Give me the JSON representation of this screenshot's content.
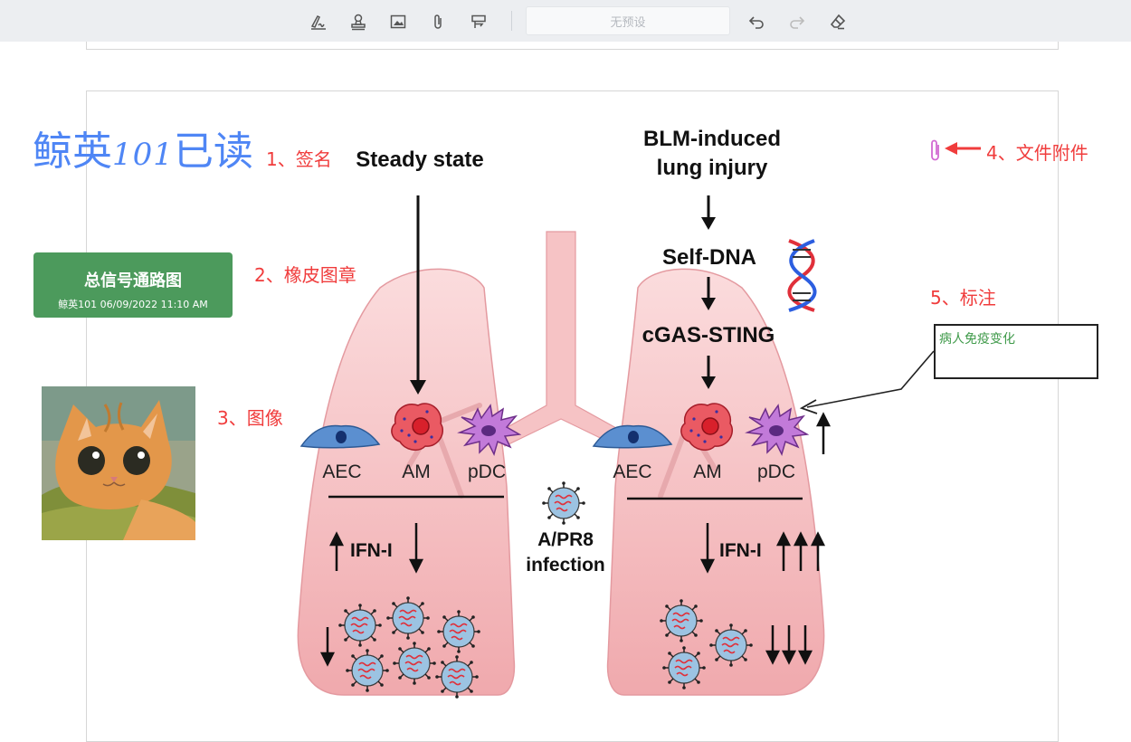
{
  "toolbar": {
    "tools": [
      {
        "name": "signature-tool",
        "icon": "signature-pen-icon"
      },
      {
        "name": "stamp-tool",
        "icon": "stamp-icon"
      },
      {
        "name": "image-tool",
        "icon": "image-icon"
      },
      {
        "name": "attachment-tool",
        "icon": "paperclip-icon"
      },
      {
        "name": "comment-tool",
        "icon": "comment-flag-icon"
      }
    ],
    "preset_placeholder": "无预设",
    "undo_icon": "undo-icon",
    "redo_icon": "redo-icon",
    "eraser_icon": "eraser-icon"
  },
  "annotations": {
    "signature_label": "1、签名",
    "stamp_label": "2、橡皮图章",
    "image_label": "3、图像",
    "attachment_label": "4、文件附件",
    "note_label": "5、标注"
  },
  "signature": {
    "prefix": "鲸英",
    "number": "101",
    "suffix": "已读",
    "color": "#4f86f5"
  },
  "stamp": {
    "title": "总信号通路图",
    "subtitle": "鲸英101 06/09/2022 11:10 AM",
    "color": "#4c9a5c"
  },
  "callout": {
    "text": "病人免疫变化"
  },
  "figure": {
    "left_title": "Steady state",
    "right_title_line1": "BLM-induced",
    "right_title_line2": "lung injury",
    "self_dna": "Self-DNA",
    "cgas": "cGAS-STING",
    "cells_left": [
      "AEC",
      "AM",
      "pDC"
    ],
    "cells_right": [
      "AEC",
      "AM",
      "pDC"
    ],
    "ifn": "IFN-I",
    "infection_line1": "A/PR8",
    "infection_line2": "infection"
  },
  "colors": {
    "annotation_red": "#f03c3c",
    "lung_pink": "#f7c0c2"
  }
}
